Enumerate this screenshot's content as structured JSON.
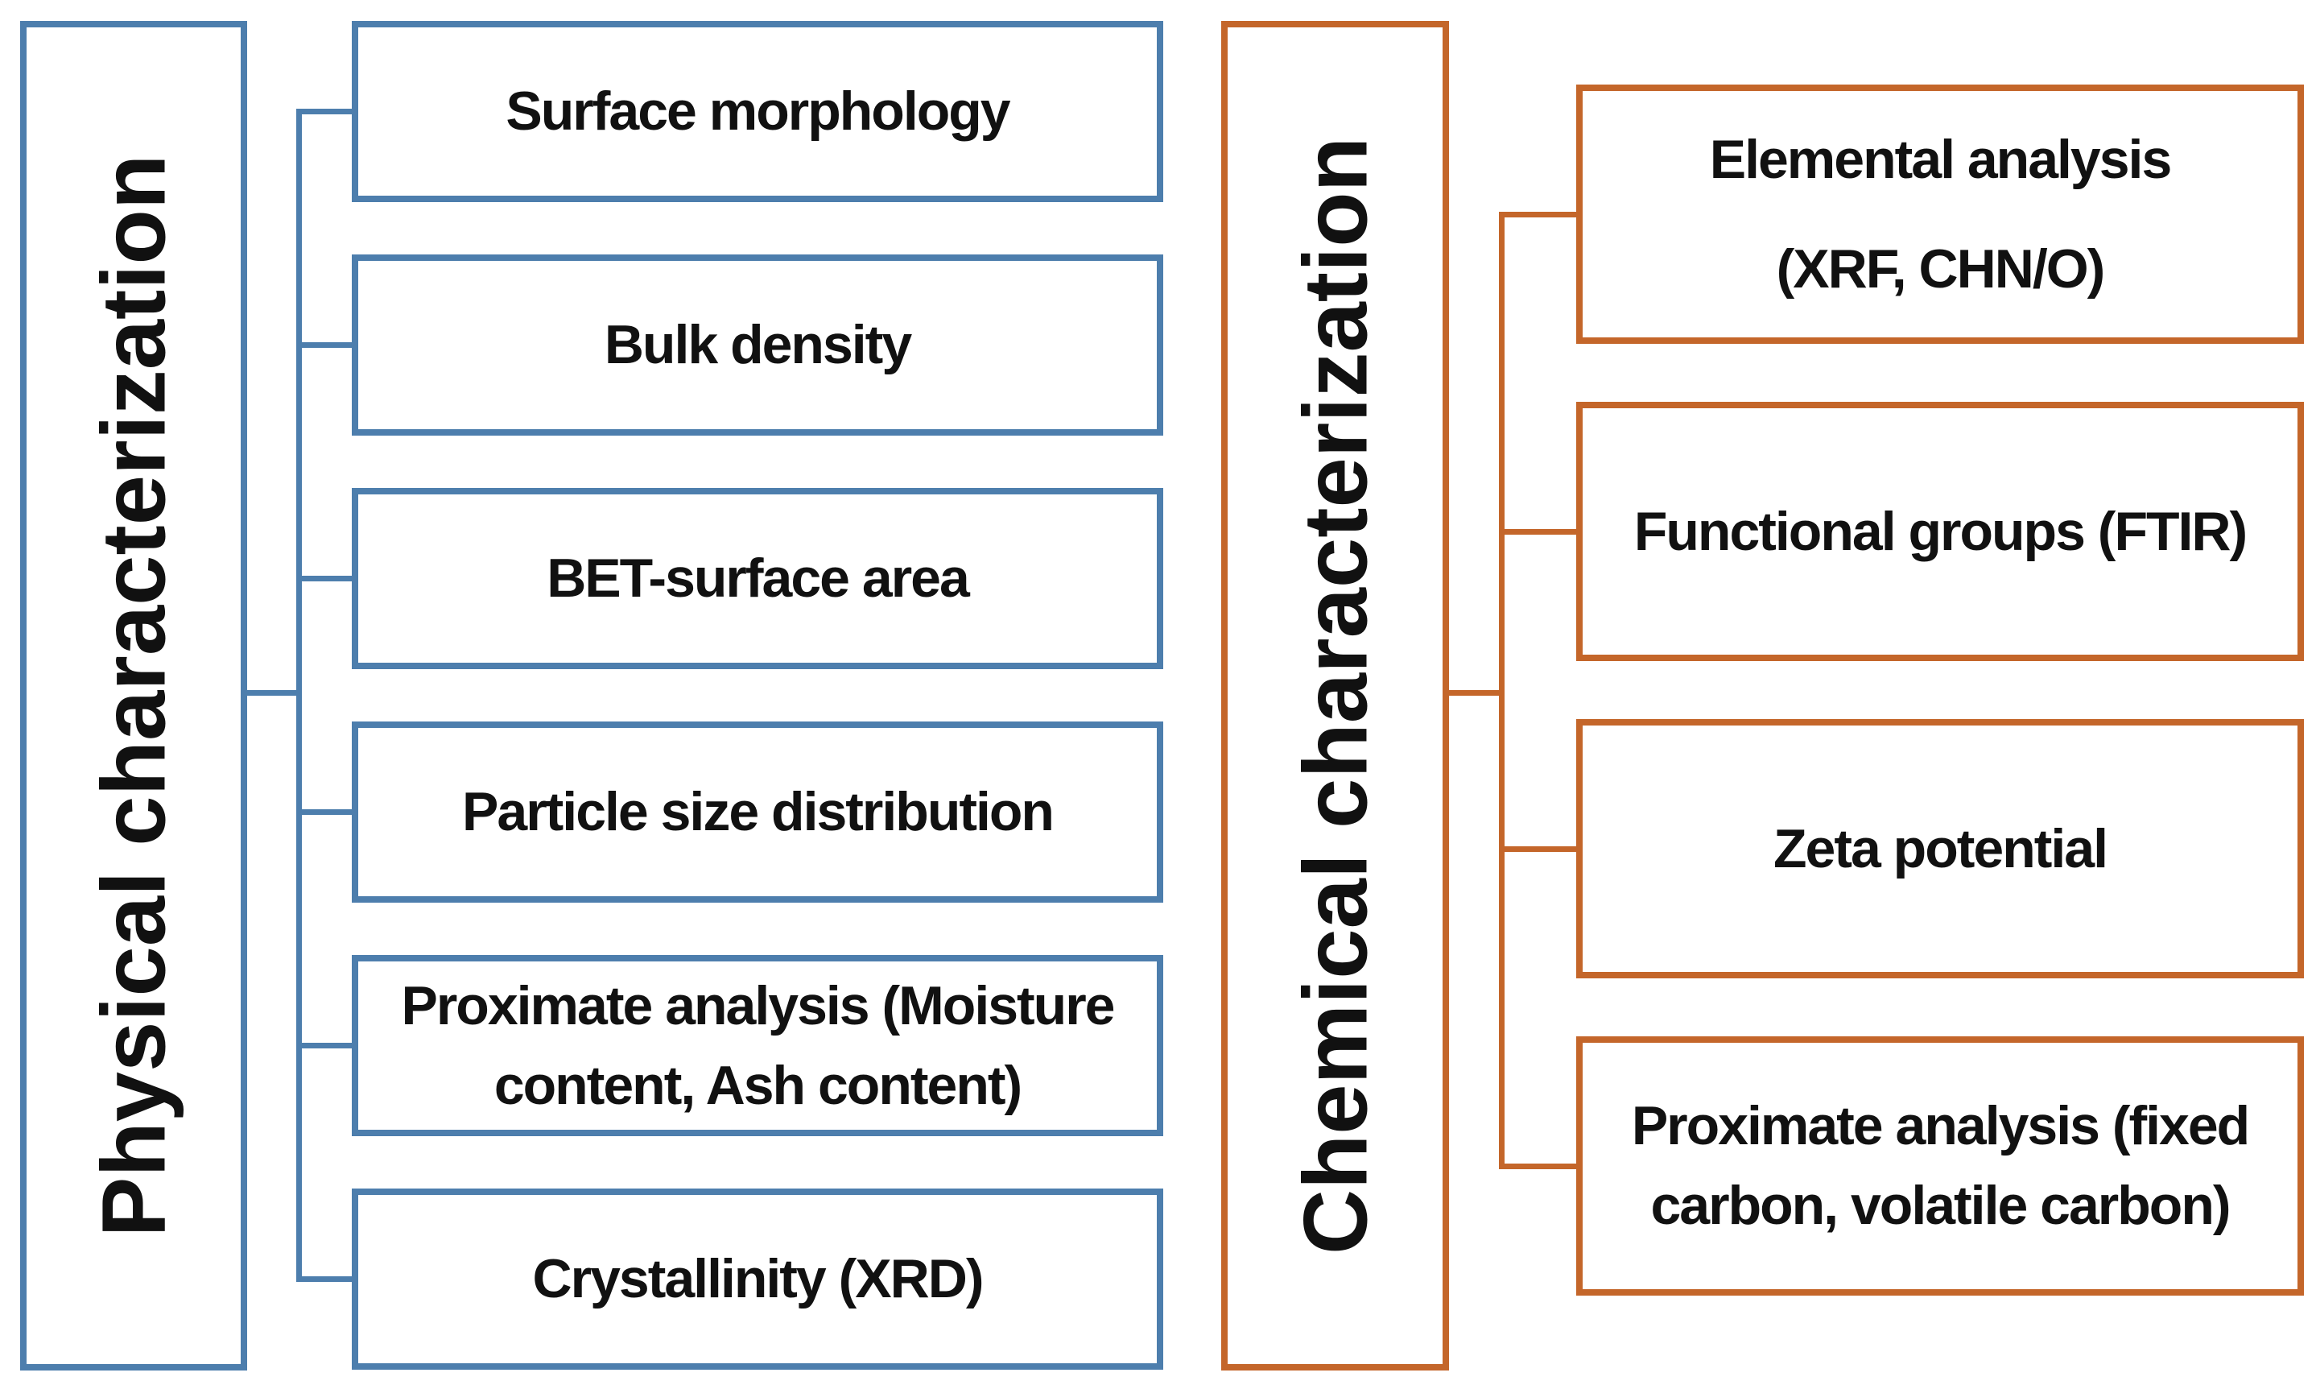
{
  "colors": {
    "physical_accent": "#4d7ead",
    "chemical_accent": "#c4662a",
    "text": "#111111",
    "background": "#ffffff"
  },
  "physical": {
    "title": "Physical characterization",
    "items": [
      {
        "label": "Surface morphology"
      },
      {
        "label": "Bulk density"
      },
      {
        "label": "BET-surface area"
      },
      {
        "label": "Particle size distribution"
      },
      {
        "label": "Proximate analysis (Moisture\ncontent, Ash content)"
      },
      {
        "label": "Crystallinity (XRD)"
      }
    ]
  },
  "chemical": {
    "title": "Chemical characterization",
    "items": [
      {
        "label": "Elemental analysis\n(XRF, CHN/O)"
      },
      {
        "label": "Functional groups (FTIR)"
      },
      {
        "label": "Zeta potential"
      },
      {
        "label": "Proximate analysis (fixed\ncarbon, volatile carbon)"
      }
    ]
  }
}
